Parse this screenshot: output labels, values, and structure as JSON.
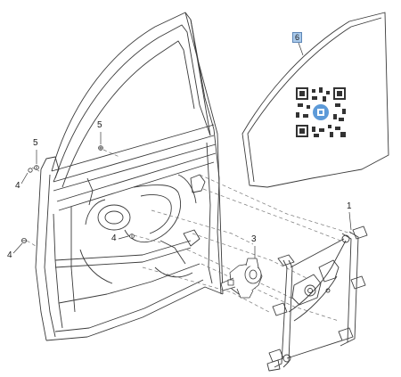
{
  "callouts": {
    "item_1": "1",
    "item_3": "3",
    "item_4_upper": "4",
    "item_4_mid": "4",
    "item_4_lower": "4",
    "item_5_left": "5",
    "item_5_center": "5",
    "item_6": "6"
  },
  "colors": {
    "line": "#3a3a3a",
    "leader": "#777777",
    "highlight_fill": "#a9c9ea",
    "highlight_border": "#5d86b6",
    "qr_accent": "#5d9ad8"
  },
  "icons": {
    "qr_code": "qr-code-icon"
  }
}
